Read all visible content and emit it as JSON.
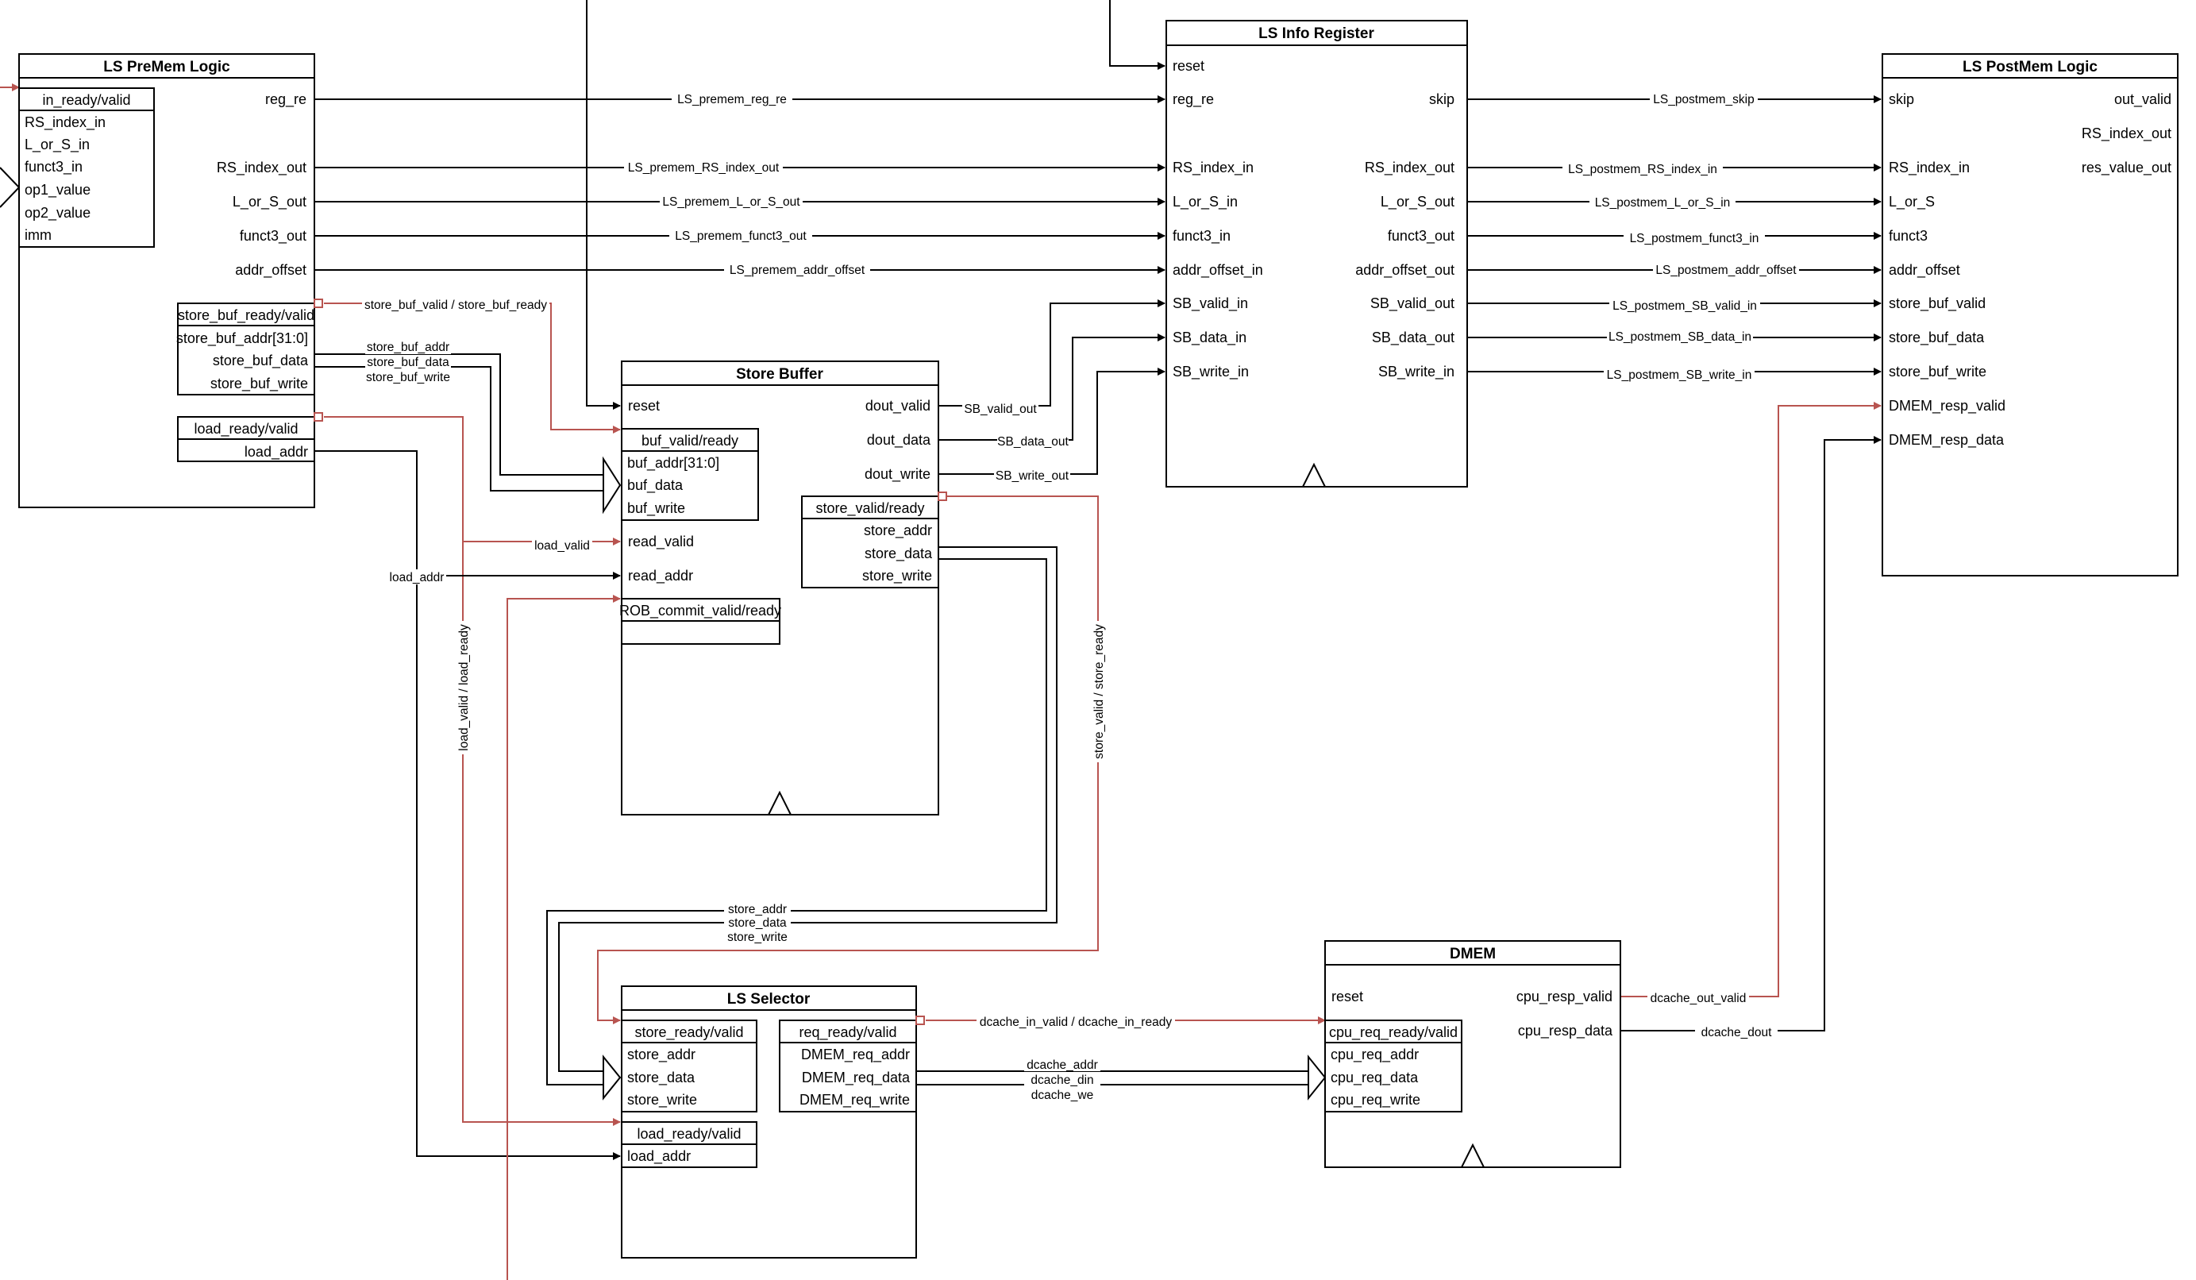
{
  "colors": {
    "control_wire": "#b85450",
    "data_wire": "#000000",
    "background": "#ffffff"
  },
  "blocks": {
    "premem": {
      "title": "LS PreMem Logic",
      "in_group": {
        "title": "in_ready/valid",
        "items": [
          "RS_index_in",
          "L_or_S_in",
          "funct3_in",
          "op1_value",
          "op2_value",
          "imm"
        ]
      },
      "outputs": [
        "reg_re",
        "RS_index_out",
        "L_or_S_out",
        "funct3_out",
        "addr_offset"
      ],
      "store_group": {
        "title": "store_buf_ready/valid",
        "items": [
          "store_buf_addr[31:0]",
          "store_buf_data",
          "store_buf_write"
        ]
      },
      "load_group": {
        "title": "load_ready/valid",
        "items": [
          "load_addr"
        ]
      }
    },
    "info": {
      "title": "LS Info Register",
      "inputs": [
        "reset",
        "reg_re",
        "RS_index_in",
        "L_or_S_in",
        "funct3_in",
        "addr_offset_in",
        "SB_valid_in",
        "SB_data_in",
        "SB_write_in"
      ],
      "outputs": [
        "skip",
        "RS_index_out",
        "L_or_S_out",
        "funct3_out",
        "addr_offset_out",
        "SB_valid_out",
        "SB_data_out",
        "SB_write_in"
      ]
    },
    "postmem": {
      "title": "LS PostMem Logic",
      "inputs": [
        "skip",
        "RS_index_in",
        "L_or_S",
        "funct3",
        "addr_offset",
        "store_buf_valid",
        "store_buf_data",
        "store_buf_write",
        "DMEM_resp_valid",
        "DMEM_resp_data"
      ],
      "outputs": [
        "out_valid",
        "RS_index_out",
        "res_value_out"
      ]
    },
    "storebuf": {
      "title": "Store Buffer",
      "reset": "reset",
      "buf_group": {
        "title": "buf_valid/ready",
        "items": [
          "buf_addr[31:0]",
          "buf_data",
          "buf_write"
        ]
      },
      "read_inputs": [
        "read_valid",
        "read_addr"
      ],
      "rob_group": {
        "title": "ROB_commit_valid/ready"
      },
      "outputs": [
        "dout_valid",
        "dout_data",
        "dout_write"
      ],
      "store_group": {
        "title": "store_valid/ready",
        "items": [
          "store_addr",
          "store_data",
          "store_write"
        ]
      }
    },
    "selector": {
      "title": "LS Selector",
      "store_group": {
        "title": "store_ready/valid",
        "items": [
          "store_addr",
          "store_data",
          "store_write"
        ]
      },
      "load_group": {
        "title": "load_ready/valid",
        "items": [
          "load_addr"
        ]
      },
      "req_group": {
        "title": "req_ready/valid",
        "items": [
          "DMEM_req_addr",
          "DMEM_req_data",
          "DMEM_req_write"
        ]
      }
    },
    "dmem": {
      "title": "DMEM",
      "reset": "reset",
      "req_group": {
        "title": "cpu_req_ready/valid",
        "items": [
          "cpu_req_addr",
          "cpu_req_data",
          "cpu_req_write"
        ]
      },
      "outputs": [
        "cpu_resp_valid",
        "cpu_resp_data"
      ]
    }
  },
  "wire_labels": {
    "premem_to_info": [
      "LS_premem_reg_re",
      "LS_premem_RS_index_out",
      "LS_premem_L_or_S_out",
      "LS_premem_funct3_out",
      "LS_premem_addr_offset"
    ],
    "info_to_postmem": [
      "LS_postmem_skip",
      "LS_postmem_RS_index_in",
      "LS_postmem_L_or_S_in",
      "LS_postmem_funct3_in",
      "LS_postmem_addr_offset",
      "LS_postmem_SB_valid_in",
      "LS_postmem_SB_data_in",
      "LS_postmem_SB_write_in"
    ],
    "sb_to_info": [
      "SB_valid_out",
      "SB_data_out",
      "SB_write_out"
    ],
    "store_buf_handshake": "store_buf_valid / store_buf_ready",
    "store_buf_bus": [
      "store_buf_addr",
      "store_buf_data",
      "store_buf_write"
    ],
    "load_valid": "load_valid",
    "load_addr": "load_addr",
    "load_handshake": "load_valid / load_ready",
    "store_handshake": "store_valid / store_ready",
    "store_bus": [
      "store_addr",
      "store_data",
      "store_write"
    ],
    "dcache_handshake": "dcache_in_valid / dcache_in_ready",
    "dcache_bus": [
      "dcache_addr",
      "dcache_din",
      "dcache_we"
    ],
    "dcache_out_valid": "dcache_out_valid",
    "dcache_dout": "dcache_dout"
  }
}
